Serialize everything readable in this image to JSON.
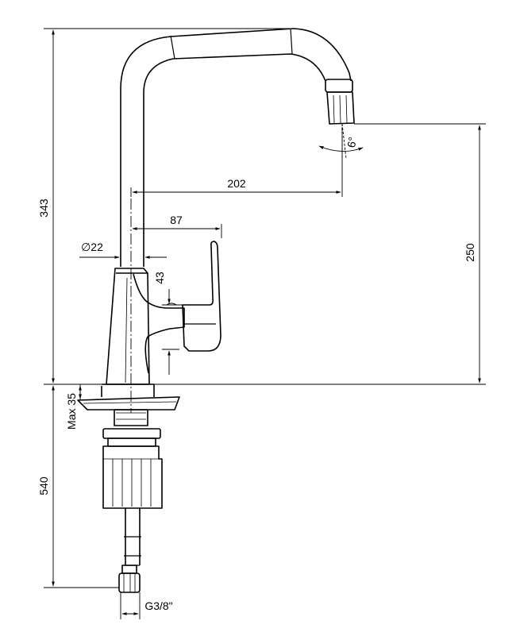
{
  "dimensions": {
    "overall_height": "343",
    "spout_reach": "202",
    "handle_offset": "87",
    "body_diameter": "∅22",
    "handle_height": "43",
    "spout_height": "250",
    "angle": "6°",
    "max_deck": "Max 35",
    "hose_length": "540",
    "connection": "G3/8\""
  },
  "colors": {
    "line": "#000000",
    "background": "#ffffff"
  }
}
